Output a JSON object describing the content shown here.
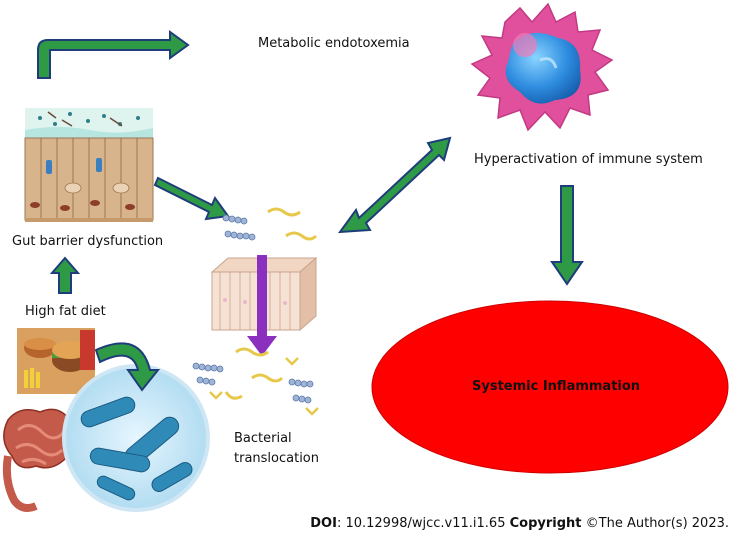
{
  "labels": {
    "metabolic_endotoxemia": "Metabolic endotoxemia",
    "hyperactivation": "Hyperactivation of immune system",
    "gut_barrier": "Gut barrier dysfunction",
    "high_fat_diet": "High fat diet",
    "bacterial": "Bacterial",
    "translocation": "translocation",
    "systemic_inflammation": "Systemic Inflammation"
  },
  "footer": {
    "doi_label": "DOI",
    "doi_value": ": 10.12998/wjcc.v11.i1.65 ",
    "copyright_label": "Copyright",
    "copyright_value": " ©The Author(s) 2023."
  },
  "colors": {
    "arrow_fill": "#2e9a45",
    "arrow_stroke": "#1f3d7a",
    "ellipse": "#ff0000",
    "purple_arrow": "#8a2fbe",
    "immune_cell_outer": "#e0509c",
    "immune_cell_inner": "#2f8de0"
  }
}
